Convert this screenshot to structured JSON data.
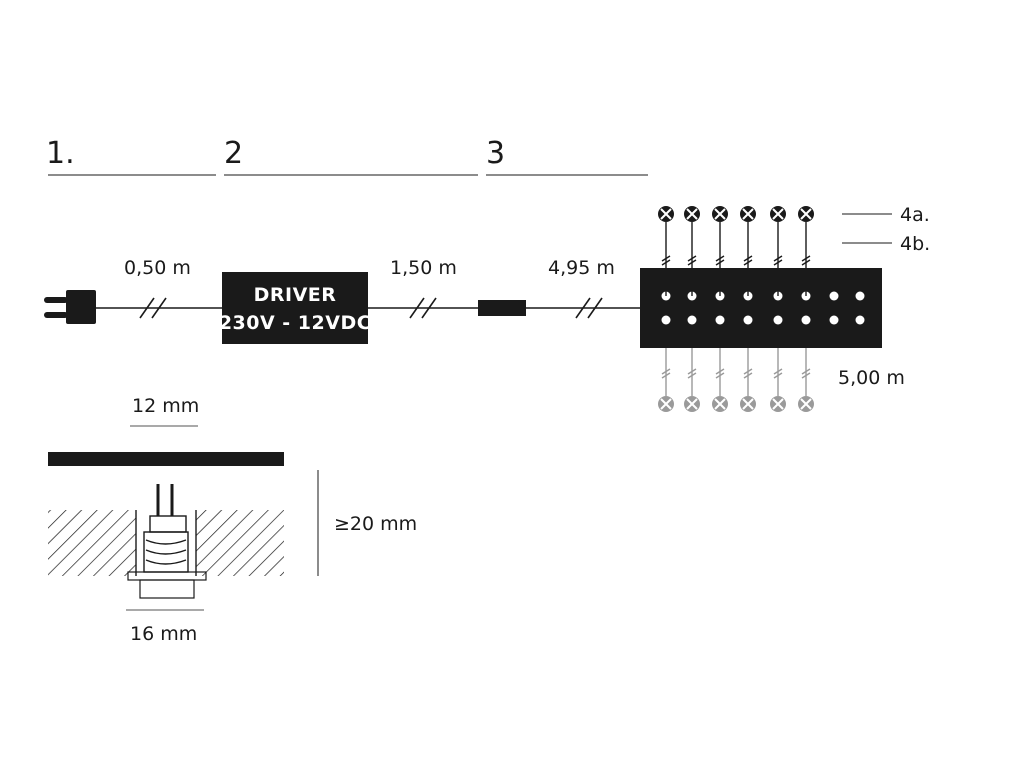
{
  "sections": [
    {
      "number": "1."
    },
    {
      "number": "2"
    },
    {
      "number": "3"
    }
  ],
  "cables": {
    "plug_to_driver": "0,50 m",
    "driver_to_connector": "1,50 m",
    "connector_to_hub": "4,95 m",
    "hub_to_lights": "5,00 m"
  },
  "driver": {
    "line1": "DRIVER",
    "line2": "230V - 12VDC"
  },
  "legend": {
    "item_a": "4a.",
    "item_b": "4b."
  },
  "installation": {
    "top_width": "12 mm",
    "depth": "≥20 mm",
    "bottom_width": "16 mm"
  },
  "colors": {
    "ink": "#1a1a1a",
    "faded": "#9a9a9a"
  }
}
